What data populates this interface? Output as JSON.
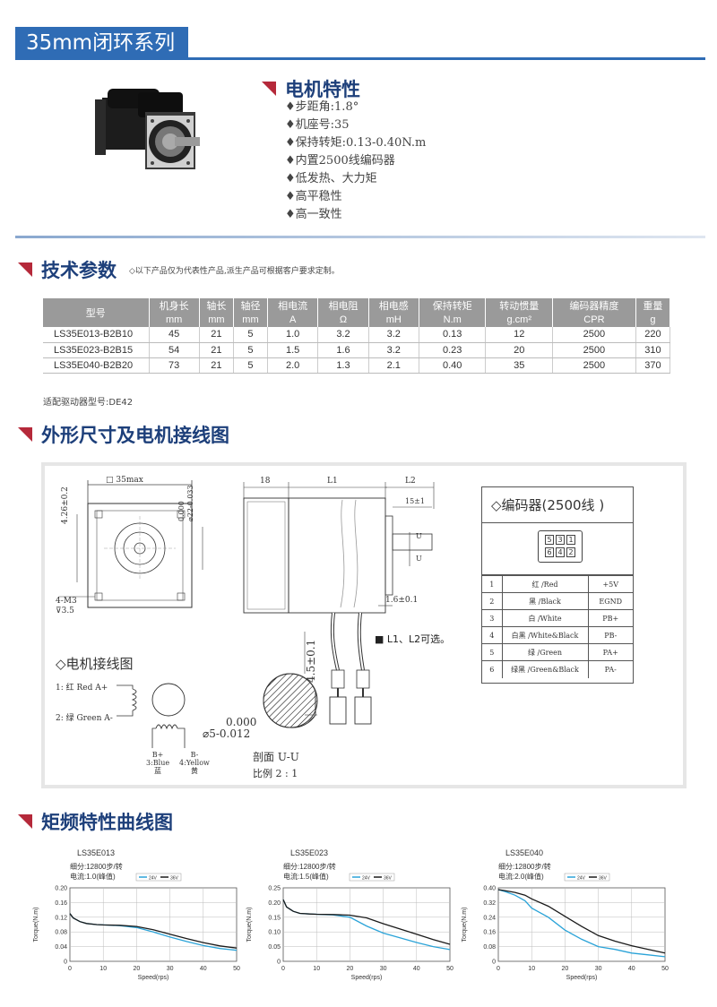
{
  "header": {
    "title": "35mm闭环系列"
  },
  "features": {
    "title": "电机特性",
    "items": [
      "♦步距角:1.8°",
      "♦机座号:35",
      "♦保持转矩:0.13-0.40N.m",
      "♦内置2500线编码器",
      "♦低发热、大力矩",
      "♦高平稳性",
      "♦高一致性"
    ]
  },
  "specs": {
    "title": "技术参数",
    "note": "◇以下产品仅为代表性产品,派生产品可根据客户要求定制。",
    "model_header": "型号",
    "headers": [
      "机身长",
      "轴长",
      "轴径",
      "相电流",
      "相电阻",
      "相电感",
      "保持转矩",
      "转动惯量",
      "编码器精度",
      "重量"
    ],
    "units": [
      "mm",
      "mm",
      "mm",
      "A",
      "Ω",
      "mH",
      "N.m",
      "g.cm²",
      "CPR",
      "g"
    ],
    "rows": [
      [
        "LS35E013-B2B10",
        "45",
        "21",
        "5",
        "1.0",
        "3.2",
        "3.2",
        "0.13",
        "12",
        "2500",
        "220"
      ],
      [
        "LS35E023-B2B15",
        "54",
        "21",
        "5",
        "1.5",
        "1.6",
        "3.2",
        "0.23",
        "20",
        "2500",
        "310"
      ],
      [
        "LS35E040-B2B20",
        "73",
        "21",
        "5",
        "2.0",
        "1.3",
        "2.1",
        "0.40",
        "35",
        "2500",
        "370"
      ]
    ],
    "driver_note": "适配驱动器型号:DE42"
  },
  "dimensions": {
    "title": "外形尺寸及电机接线图",
    "front_width": "□ 35max",
    "hole_label": "4-M3",
    "hole_depth": "⊽3.5",
    "pitch_label": "4.26±0.2",
    "shaft_dia_top": "0.000",
    "shaft_dia_bottom": "⌀22-0.033",
    "side_18": "18",
    "side_L1": "L1",
    "side_L2": "L2",
    "side_15": "15±1",
    "side_16": "1.6±0.1",
    "u_label": "U",
    "optional_note": "■ L1、L2可选。",
    "section_dim": "4.5±0.1",
    "section_dia_top": "0.000",
    "section_dia_bottom": "⌀5-0.012",
    "section_name": "剖面 U-U",
    "section_scale": "比例 2 : 1",
    "wiring_title": "◇电机接线图",
    "wire1": "1: 红  Red  A+",
    "wire2": "2: 绿 Green A-",
    "wire3": "B+",
    "wire3b": "3:Blue",
    "wire3c": "蓝",
    "wire4": "B-",
    "wire4b": "4:Yellow",
    "wire4c": "黄",
    "encoder_title": "◇编码器(2500线 )",
    "connector_pins_top": [
      "5",
      "3",
      "1"
    ],
    "connector_pins_bottom": [
      "6",
      "4",
      "2"
    ],
    "encoder_rows": [
      [
        "1",
        "红 /Red",
        "+5V"
      ],
      [
        "2",
        "黑 /Black",
        "EGND"
      ],
      [
        "3",
        "白 /White",
        "PB+"
      ],
      [
        "4",
        "白黑 /White&Black",
        "PB-"
      ],
      [
        "5",
        "绿 /Green",
        "PA+"
      ],
      [
        "6",
        "绿黑 /Green&Black",
        "PA-"
      ]
    ]
  },
  "curves": {
    "title": "矩频特性曲线图",
    "legend_24": "24V",
    "legend_36": "36V",
    "colors": {
      "v24": "#2aa3d8",
      "v36": "#1a1a1a"
    }
  },
  "chart_data": [
    {
      "type": "line",
      "title": "LS35E013",
      "subtitle1": "细分:12800步/转",
      "subtitle2": "电流:1.0(峰值)",
      "xlabel": "Speed(rps)",
      "ylabel": "Torque(N.m)",
      "xlim": [
        0,
        50
      ],
      "ylim": [
        0,
        0.2
      ],
      "xticks": [
        "0",
        "10",
        "20",
        "30",
        "40",
        "50"
      ],
      "yticks": [
        "0",
        "0.04",
        "0.08",
        "0.12",
        "0.16",
        "0.20"
      ],
      "x": [
        0,
        1,
        3,
        5,
        8,
        10,
        15,
        20,
        25,
        30,
        35,
        40,
        45,
        50
      ],
      "series": [
        {
          "name": "24V",
          "values": [
            0.13,
            0.118,
            0.108,
            0.103,
            0.1,
            0.099,
            0.097,
            0.092,
            0.08,
            0.066,
            0.054,
            0.043,
            0.035,
            0.03
          ]
        },
        {
          "name": "36V",
          "values": [
            0.13,
            0.118,
            0.108,
            0.103,
            0.1,
            0.099,
            0.098,
            0.095,
            0.086,
            0.074,
            0.062,
            0.051,
            0.042,
            0.036
          ]
        }
      ]
    },
    {
      "type": "line",
      "title": "LS35E023",
      "subtitle1": "细分:12800步/转",
      "subtitle2": "电流:1.5(峰值)",
      "xlabel": "Speed(rps)",
      "ylabel": "Torque(N.m)",
      "xlim": [
        0,
        50
      ],
      "ylim": [
        0,
        0.25
      ],
      "xticks": [
        "0",
        "10",
        "20",
        "30",
        "40",
        "50"
      ],
      "yticks": [
        "0",
        "0.05",
        "0.10",
        "0.15",
        "0.20",
        "0.25"
      ],
      "x": [
        0,
        1,
        3,
        5,
        8,
        10,
        15,
        20,
        25,
        30,
        35,
        40,
        45,
        50
      ],
      "series": [
        {
          "name": "24V",
          "values": [
            0.21,
            0.185,
            0.17,
            0.163,
            0.161,
            0.16,
            0.158,
            0.15,
            0.12,
            0.096,
            0.08,
            0.064,
            0.05,
            0.04
          ]
        },
        {
          "name": "36V",
          "values": [
            0.21,
            0.185,
            0.17,
            0.163,
            0.161,
            0.16,
            0.159,
            0.157,
            0.148,
            0.128,
            0.11,
            0.092,
            0.074,
            0.058
          ]
        }
      ]
    },
    {
      "type": "line",
      "title": "LS35E040",
      "subtitle1": "细分:12800步/转",
      "subtitle2": "电流:2.0(峰值)",
      "xlabel": "Speed(rps)",
      "ylabel": "Torque(N.m)",
      "xlim": [
        0,
        50
      ],
      "ylim": [
        0,
        0.4
      ],
      "xticks": [
        "0",
        "10",
        "20",
        "30",
        "40",
        "50"
      ],
      "yticks": [
        "0",
        "0.08",
        "0.16",
        "0.24",
        "0.32",
        "0.40"
      ],
      "x": [
        0,
        2,
        5,
        8,
        10,
        15,
        20,
        25,
        30,
        35,
        40,
        45,
        50
      ],
      "series": [
        {
          "name": "24V",
          "values": [
            0.39,
            0.38,
            0.36,
            0.33,
            0.29,
            0.24,
            0.17,
            0.12,
            0.08,
            0.065,
            0.045,
            0.035,
            0.025
          ]
        },
        {
          "name": "36V",
          "values": [
            0.39,
            0.385,
            0.375,
            0.36,
            0.34,
            0.3,
            0.245,
            0.19,
            0.14,
            0.11,
            0.085,
            0.065,
            0.045
          ]
        }
      ]
    }
  ]
}
